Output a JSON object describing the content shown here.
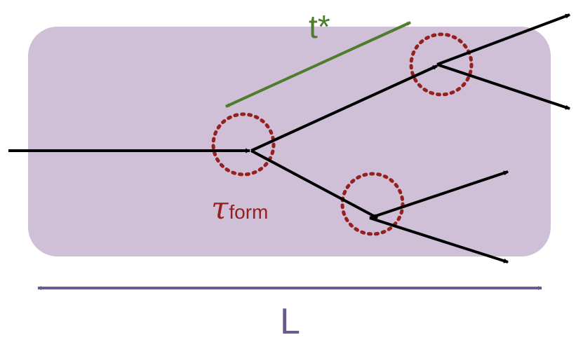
{
  "labels": {
    "t_star": "t*",
    "tau_symbol": "τ",
    "tau_subscript": "form",
    "length": "L"
  },
  "colors": {
    "medium_fill": "#cfbfd7",
    "particle_arrows": "#000000",
    "vertex_circles": "#96201e",
    "t_star": "#4e7d2c",
    "tau_label": "#96201e",
    "length_arrow": "#6b5a8e"
  }
}
